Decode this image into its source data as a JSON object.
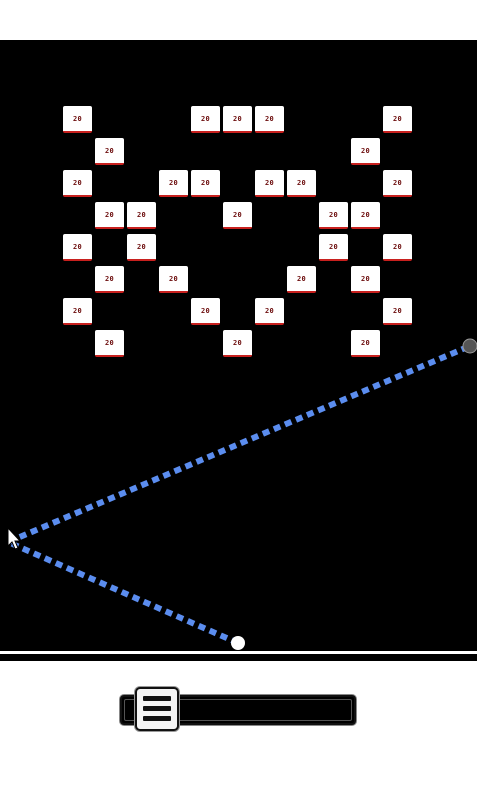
{
  "game": {
    "brick_label": "20",
    "bricks": [
      {
        "col": 0,
        "row": 0,
        "hp": "20"
      },
      {
        "col": 4,
        "row": 0,
        "hp": "20"
      },
      {
        "col": 5,
        "row": 0,
        "hp": "20"
      },
      {
        "col": 6,
        "row": 0,
        "hp": "20"
      },
      {
        "col": 10,
        "row": 0,
        "hp": "20"
      },
      {
        "col": 1,
        "row": 1,
        "hp": "20"
      },
      {
        "col": 9,
        "row": 1,
        "hp": "20"
      },
      {
        "col": 0,
        "row": 2,
        "hp": "20"
      },
      {
        "col": 3,
        "row": 2,
        "hp": "20"
      },
      {
        "col": 4,
        "row": 2,
        "hp": "20"
      },
      {
        "col": 6,
        "row": 2,
        "hp": "20"
      },
      {
        "col": 7,
        "row": 2,
        "hp": "20"
      },
      {
        "col": 10,
        "row": 2,
        "hp": "20"
      },
      {
        "col": 1,
        "row": 3,
        "hp": "20"
      },
      {
        "col": 2,
        "row": 3,
        "hp": "20"
      },
      {
        "col": 5,
        "row": 3,
        "hp": "20"
      },
      {
        "col": 8,
        "row": 3,
        "hp": "20"
      },
      {
        "col": 9,
        "row": 3,
        "hp": "20"
      },
      {
        "col": 0,
        "row": 4,
        "hp": "20"
      },
      {
        "col": 2,
        "row": 4,
        "hp": "20"
      },
      {
        "col": 8,
        "row": 4,
        "hp": "20"
      },
      {
        "col": 10,
        "row": 4,
        "hp": "20"
      },
      {
        "col": 1,
        "row": 5,
        "hp": "20"
      },
      {
        "col": 3,
        "row": 5,
        "hp": "20"
      },
      {
        "col": 7,
        "row": 5,
        "hp": "20"
      },
      {
        "col": 9,
        "row": 5,
        "hp": "20"
      },
      {
        "col": 0,
        "row": 6,
        "hp": "20"
      },
      {
        "col": 4,
        "row": 6,
        "hp": "20"
      },
      {
        "col": 6,
        "row": 6,
        "hp": "20"
      },
      {
        "col": 10,
        "row": 6,
        "hp": "20"
      },
      {
        "col": 1,
        "row": 7,
        "hp": "20"
      },
      {
        "col": 5,
        "row": 7,
        "hp": "20"
      },
      {
        "col": 9,
        "row": 7,
        "hp": "20"
      }
    ],
    "colors": {
      "board": "#000000",
      "brick_fill": "#ffffff",
      "brick_shadow": "#c8201e",
      "brick_text": "#6b0a0a",
      "aim_line": "#5b8def",
      "ball": "#ffffff",
      "ghost_ball": "#555555"
    },
    "icons": {
      "cursor": "mouse-pointer-icon",
      "ball": "ball-icon",
      "ghost_ball": "ghost-ball-icon"
    }
  },
  "controls": {
    "angle_slider": {
      "value_fraction": 0.1,
      "grip_icon": "hamburger-grip-icon"
    }
  }
}
